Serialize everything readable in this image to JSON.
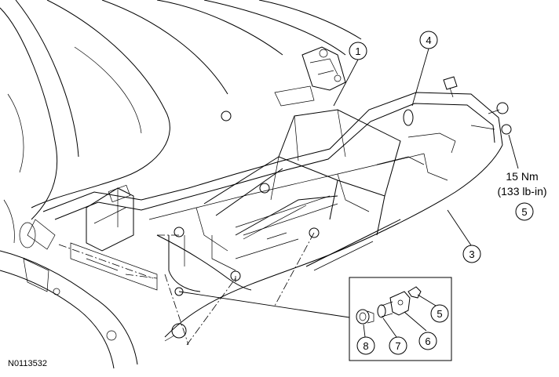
{
  "diagram": {
    "drawing_code": "N0113532",
    "torque_spec": {
      "value": "15 Nm",
      "imperial": "(133 lb-in)",
      "callout": "5"
    },
    "callouts": [
      {
        "id": "c1",
        "label": "1"
      },
      {
        "id": "c2",
        "label": "4"
      },
      {
        "id": "c3",
        "label": "3"
      },
      {
        "id": "c4",
        "label": "5"
      },
      {
        "id": "c5",
        "label": "6"
      },
      {
        "id": "c6",
        "label": "7"
      },
      {
        "id": "c7",
        "label": "8"
      }
    ]
  }
}
